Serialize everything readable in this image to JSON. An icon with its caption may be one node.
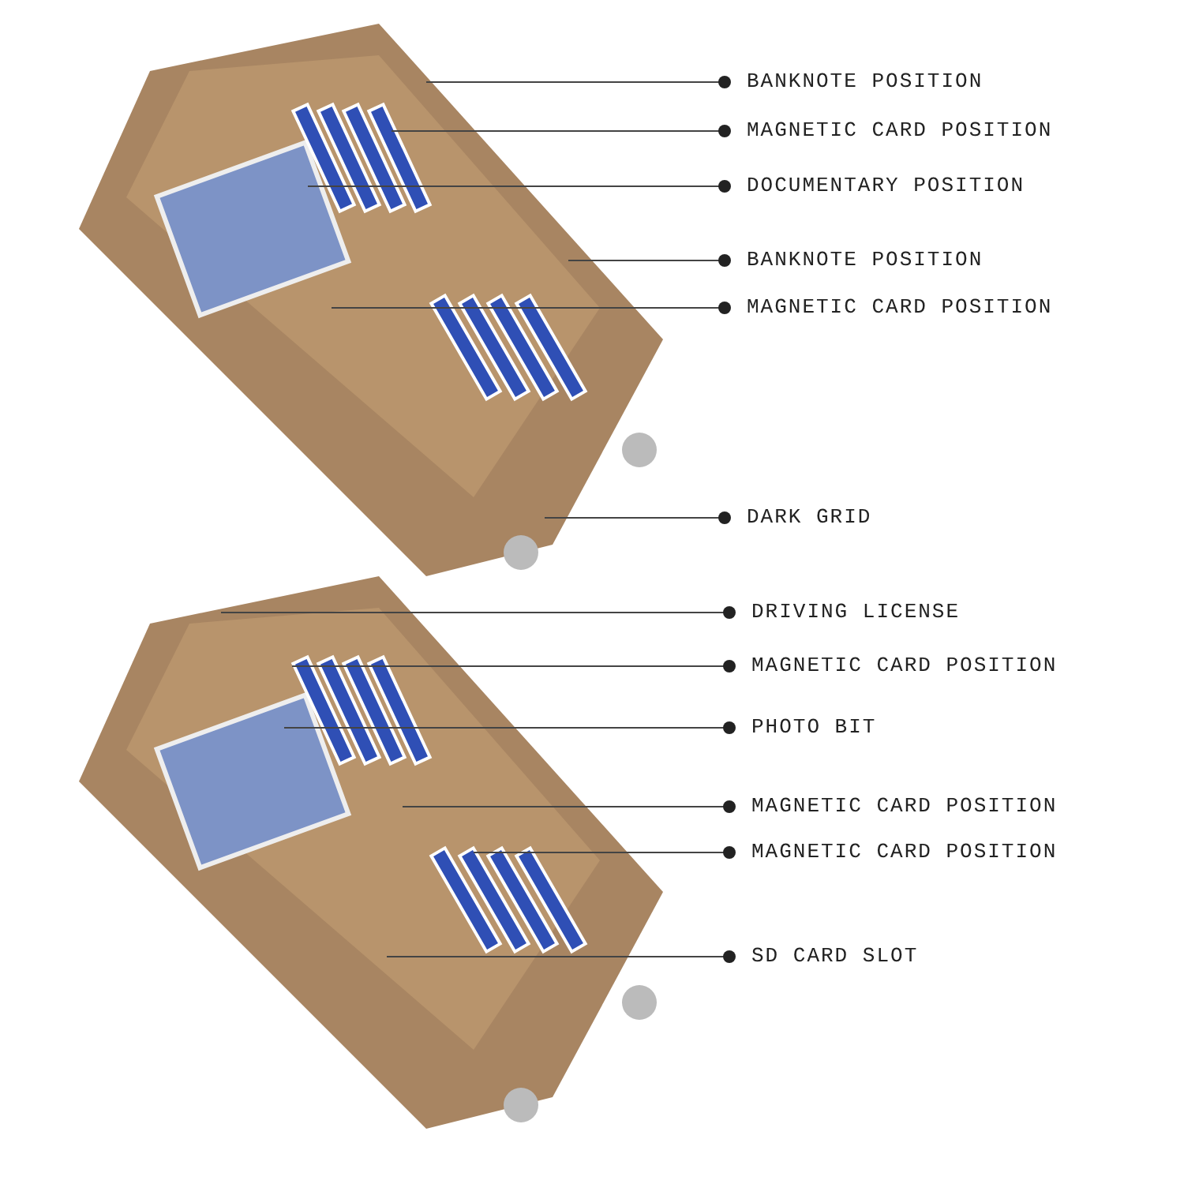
{
  "diagram": {
    "nodes": [
      {
        "text": [
          "BANKNOTE POSITION"
        ]
      },
      {
        "text": [
          "MAGNETIC CARD POSITION"
        ]
      },
      {
        "text": [
          "DOCUMENTARY POSITION"
        ]
      },
      {
        "text": [
          "BANKNOTE POSITION"
        ]
      },
      {
        "text": [
          "MAGNETIC CARD POSITION"
        ]
      },
      {
        "text": [
          "DARK GRID"
        ]
      },
      {
        "text": [
          "DRIVING LICENSE"
        ]
      },
      {
        "text": [
          "MAGNETIC CARD POSITION"
        ]
      },
      {
        "text": [
          "PHOTO BIT"
        ]
      },
      {
        "text": [
          "MAGNETIC CARD POSITION"
        ]
      },
      {
        "text": [
          "MAGNETIC CARD POSITION"
        ]
      },
      {
        "text": [
          "SD CARD SLOT"
        ]
      }
    ],
    "edges": [
      {
        "from": 0,
        "to": null,
        "arrow": "other"
      },
      {
        "from": 1,
        "to": null,
        "arrow": "other"
      },
      {
        "from": 2,
        "to": null,
        "arrow": "other"
      },
      {
        "from": 3,
        "to": null,
        "arrow": "other"
      },
      {
        "from": 4,
        "to": null,
        "arrow": "other"
      },
      {
        "from": 5,
        "to": null,
        "arrow": "other"
      },
      {
        "from": 6,
        "to": null,
        "arrow": "other"
      },
      {
        "from": 7,
        "to": null,
        "arrow": "other"
      },
      {
        "from": 8,
        "to": null,
        "arrow": "other"
      },
      {
        "from": 9,
        "to": null,
        "arrow": "other"
      },
      {
        "from": 10,
        "to": null,
        "arrow": "other"
      },
      {
        "from": 11,
        "to": null,
        "arrow": "other"
      }
    ]
  }
}
